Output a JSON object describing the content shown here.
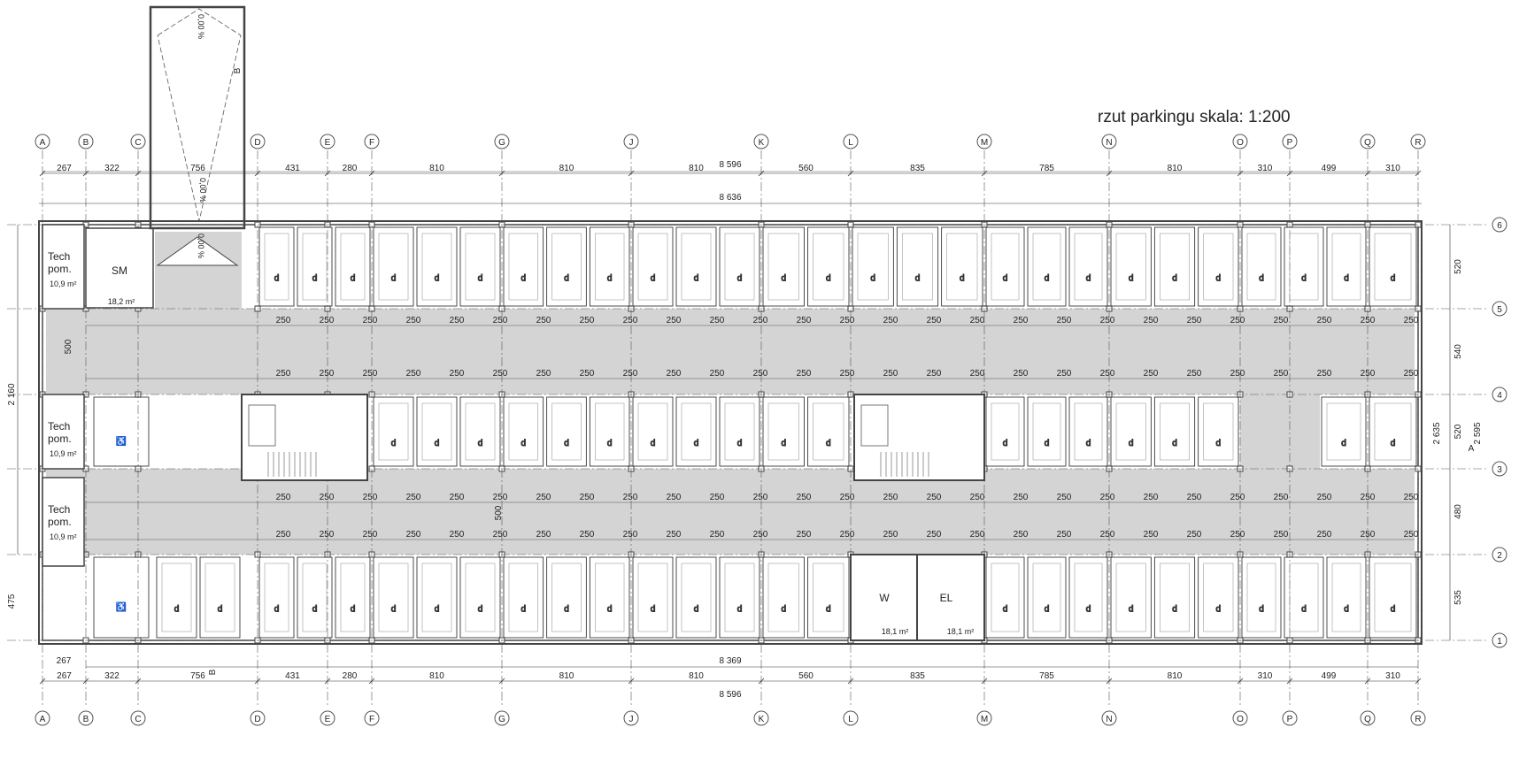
{
  "title": "rzut parkingu skala: 1:200",
  "grid": {
    "columns": [
      "A",
      "B",
      "C",
      "D",
      "E",
      "F",
      "G",
      "J",
      "K",
      "L",
      "M",
      "N",
      "O",
      "P",
      "Q",
      "R"
    ],
    "rows": [
      "6",
      "5",
      "4",
      "3",
      "2",
      "1"
    ]
  },
  "dims": {
    "top_row1": [
      "267",
      "322",
      "756",
      "431",
      "280",
      "810",
      "810",
      "810",
      "560",
      "835",
      "785",
      "810",
      "310",
      "499",
      "310"
    ],
    "top_total_outer": "8 596",
    "top_total_inner": "8 636",
    "bottom_row1": [
      "267",
      "322",
      "756",
      "431",
      "280",
      "810",
      "810",
      "810",
      "560",
      "835",
      "785",
      "810",
      "310",
      "499",
      "310"
    ],
    "bottom_total_outer": "8 596",
    "bottom_total_inner": "8 369",
    "bottom_left": "267",
    "right_inner": [
      "520",
      "540",
      "520",
      "480",
      "535"
    ],
    "right_total_inner": "2 635",
    "right_total_outer": "2 595",
    "left_total": "2 160",
    "left_bottom": "475",
    "bay_width": "250",
    "aisle": "500"
  },
  "rooms": {
    "tech1": {
      "name": "Tech\npom.",
      "area": "10,9 m²"
    },
    "tech2": {
      "name": "Tech\npom.",
      "area": "10,9 m²"
    },
    "tech3": {
      "name": "Tech\npom.",
      "area": "10,9 m²"
    },
    "sm": {
      "name": "SM",
      "area": "18,2 m²"
    },
    "w": {
      "name": "W",
      "area": "18,1 m²"
    },
    "el": {
      "name": "EL",
      "area": "18,1 m²"
    }
  },
  "parking_glyph": "d",
  "accessible_glyph": "♿",
  "section_marks": {
    "a": "A",
    "b": "B"
  },
  "ramp_labels": [
    "0,00 %",
    "0,00 %",
    "0,00 %"
  ],
  "colors": {
    "aisle": "#d4d4d4",
    "wall": "#444444",
    "line": "#222222",
    "grid": "#555555"
  }
}
